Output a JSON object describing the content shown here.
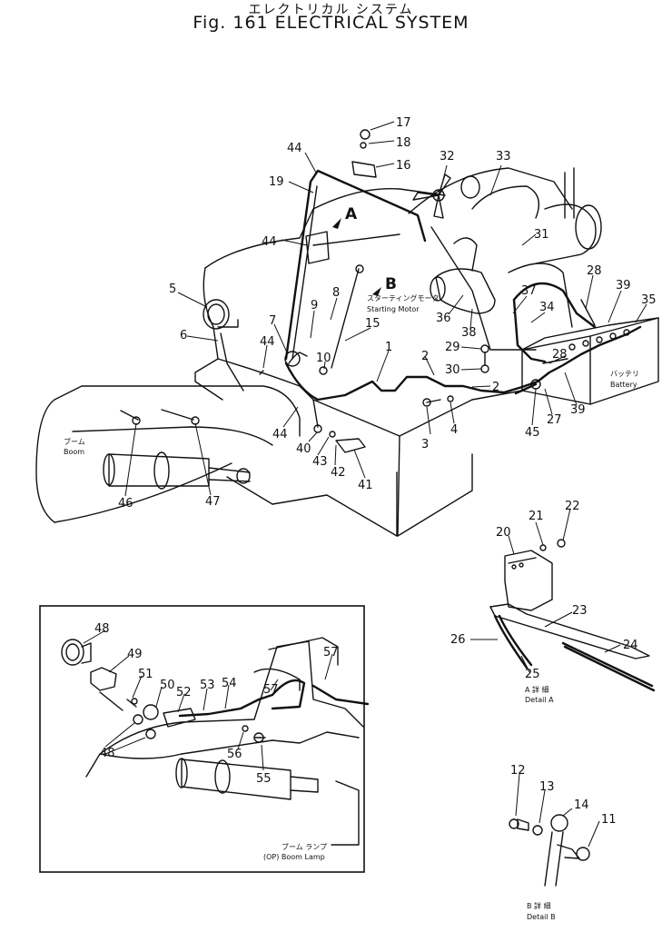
{
  "title_jp": "エレクトリカル システム",
  "title_en": "Fig. 161 ELECTRICAL SYSTEM",
  "view_labels": {
    "a": "A",
    "b": "B"
  },
  "labels": {
    "starting_motor_jp": "スターティングモータ",
    "starting_motor_en": "Starting Motor",
    "battery_jp": "バッテリ",
    "battery_en": "Battery",
    "boom_jp": "ブーム",
    "boom_en": "Boom",
    "boom_lamp_jp": "ブーム ランプ",
    "boom_lamp_en": "(OP) Boom Lamp",
    "detail_a_jp": "A 詳 細",
    "detail_a_en": "Detail A",
    "detail_b_jp": "B 詳 細",
    "detail_b_en": "Detail B"
  },
  "parts": [
    "17",
    "18",
    "16",
    "44",
    "19",
    "32",
    "33",
    "A",
    "31",
    "44",
    "B",
    "28",
    "39",
    "35",
    "5",
    "9",
    "8",
    "37",
    "34",
    "15",
    "7",
    "36",
    "38",
    "6",
    "44",
    "10",
    "29",
    "28",
    "1",
    "2",
    "30",
    "2",
    "3",
    "4",
    "27",
    "45",
    "39",
    "40",
    "43",
    "42",
    "41",
    "44",
    "46",
    "47",
    "22",
    "21",
    "20",
    "23",
    "26",
    "24",
    "25",
    "48",
    "49",
    "57",
    "51",
    "50",
    "53",
    "54",
    "57",
    "52",
    "48",
    "56",
    "55",
    "12",
    "13",
    "14",
    "11"
  ]
}
